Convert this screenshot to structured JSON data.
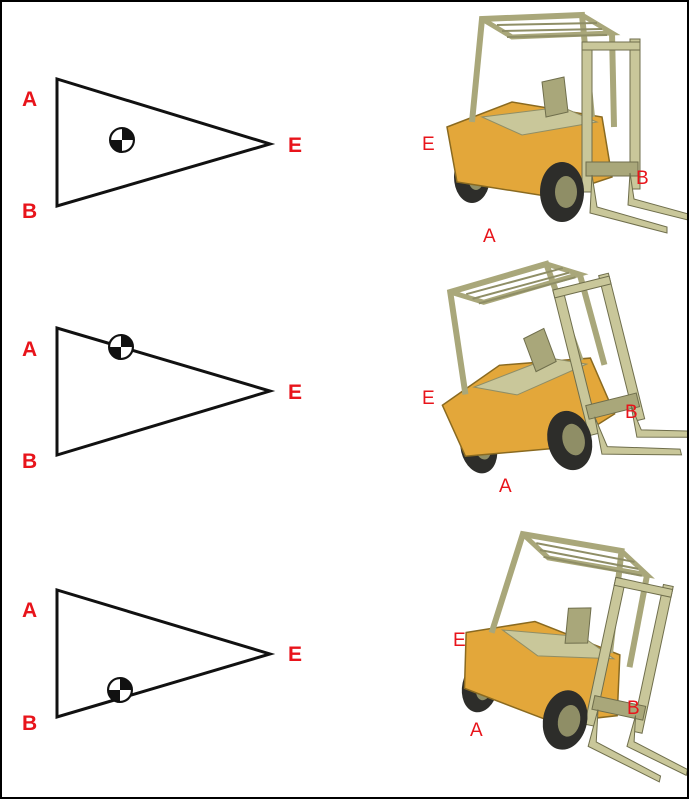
{
  "colors": {
    "label": "#e8141b",
    "outline": "#111111",
    "forklift_body": "#c9c79a",
    "forklift_dark": "#8f8e66",
    "forklift_orange": "#e3a73a",
    "tire": "#2d2d2a"
  },
  "panels": [
    {
      "cg_position": "center",
      "triangle_labels": {
        "a": "A",
        "b": "B",
        "e": "E"
      },
      "forklift_labels": {
        "e": "E",
        "b": "B",
        "a": "A"
      }
    },
    {
      "cg_position": "upper-edge",
      "triangle_labels": {
        "a": "A",
        "b": "B",
        "e": "E"
      },
      "forklift_labels": {
        "e": "E",
        "b": "B",
        "a": "A"
      }
    },
    {
      "cg_position": "lower-edge",
      "triangle_labels": {
        "a": "A",
        "b": "B",
        "e": "E"
      },
      "forklift_labels": {
        "e": "E",
        "b": "B",
        "a": "A"
      }
    }
  ]
}
